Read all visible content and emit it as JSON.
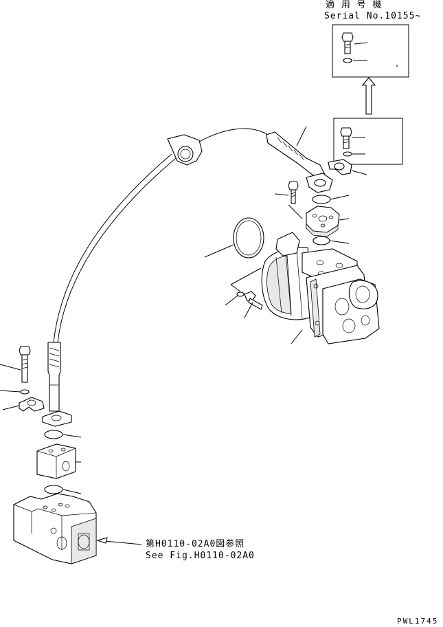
{
  "serial_note": {
    "line1": "適 用 号 機",
    "line2": "Serial No.10155~"
  },
  "reference": {
    "line1": "第H0110-02A0図参照",
    "line2": "See Fig.H0110-02A0"
  },
  "drawing_code": "PWL1745"
}
